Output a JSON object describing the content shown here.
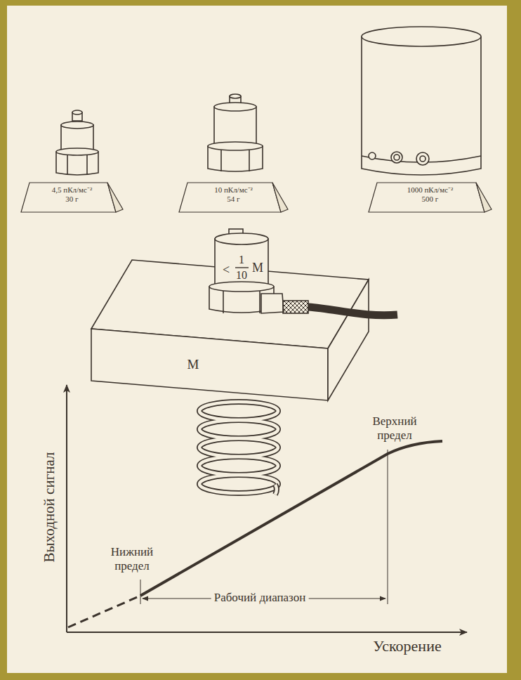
{
  "diagram": {
    "nodes": [
      {
        "text": [
          "4,5 пКл/мс⁻²",
          "30 г"
        ]
      },
      {
        "text": [
          "10 пКл/мс⁻²",
          "54 г"
        ]
      },
      {
        "text": [
          "1000 пКл/мс⁻²",
          "500 г"
        ]
      },
      {
        "text": [
          "М"
        ]
      }
    ],
    "labels": [
      "<",
      "1",
      "10",
      "М",
      "Выходной сигнал",
      "Нижний предел",
      "Верхний предел",
      "Рабочий диапазон",
      "Ускорение"
    ]
  }
}
